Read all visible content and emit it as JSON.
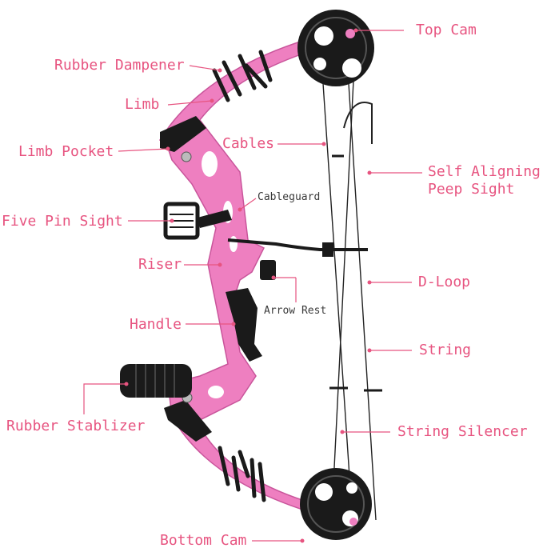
{
  "labels": {
    "top_cam": "Top Cam",
    "rubber_dampener": "Rubber Dampener",
    "limb": "Limb",
    "limb_pocket": "Limb Pocket",
    "cables": "Cables",
    "self_aligning_peep_sight_line1": "Self Aligning",
    "self_aligning_peep_sight_line2": "Peep Sight",
    "cableguard": "Cableguard",
    "five_pin_sight": "Five Pin Sight",
    "riser": "Riser",
    "d_loop": "D-Loop",
    "arrow_rest": "Arrow Rest",
    "handle": "Handle",
    "string": "String",
    "rubber_stablizer": "Rubber Stablizer",
    "string_silencer": "String Silencer",
    "bottom_cam": "Bottom Cam"
  },
  "colors": {
    "label": "#e75480",
    "bow_pink": "#ee7fc0",
    "bow_pink_dark": "#c9559b",
    "parts_black": "#1a1a1a",
    "leader_line": "#e75480"
  }
}
